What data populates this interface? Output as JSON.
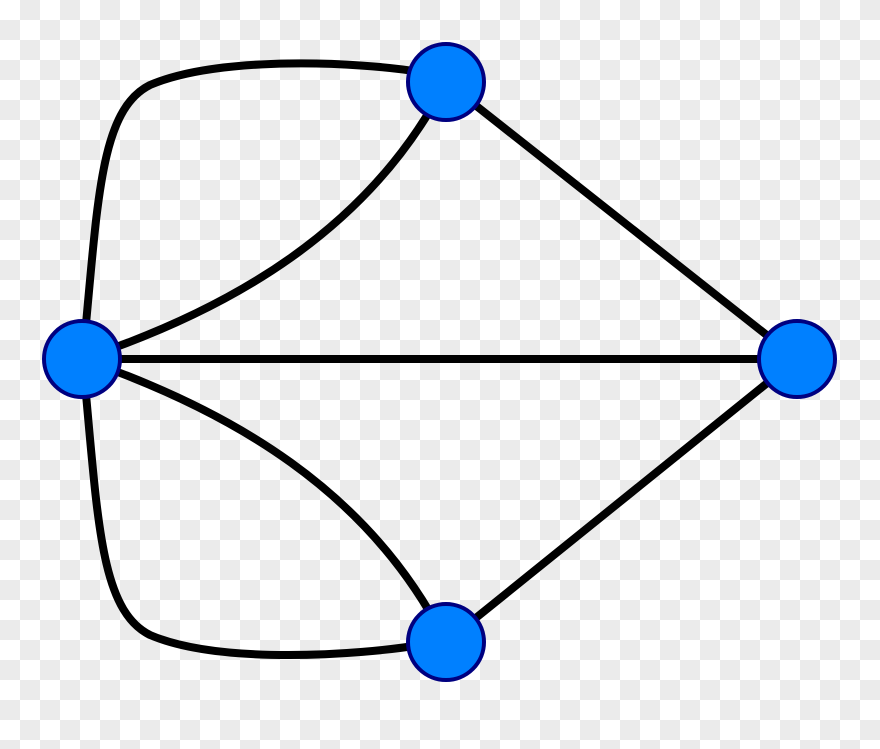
{
  "diagram": {
    "type": "graph",
    "node_fill": "#0080ff",
    "node_stroke": "#000080",
    "edge_color": "#000000",
    "nodes": [
      {
        "id": "top"
      },
      {
        "id": "left"
      },
      {
        "id": "right"
      },
      {
        "id": "bottom"
      }
    ],
    "edges": [
      {
        "from": "left",
        "to": "top",
        "style": "outer-curve"
      },
      {
        "from": "left",
        "to": "top",
        "style": "inner-curve"
      },
      {
        "from": "left",
        "to": "bottom",
        "style": "outer-curve"
      },
      {
        "from": "left",
        "to": "bottom",
        "style": "inner-curve"
      },
      {
        "from": "left",
        "to": "right",
        "style": "straight"
      },
      {
        "from": "top",
        "to": "right",
        "style": "straight"
      },
      {
        "from": "bottom",
        "to": "right",
        "style": "straight"
      }
    ]
  }
}
